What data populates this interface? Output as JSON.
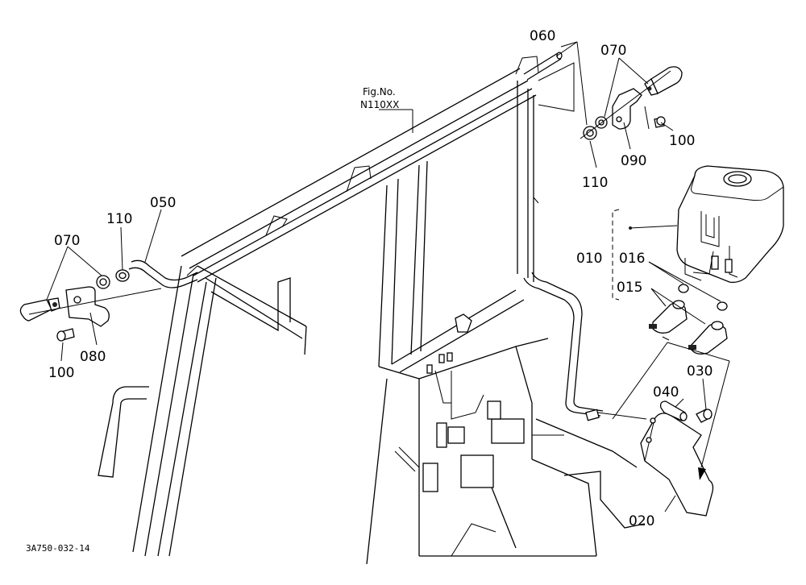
{
  "diagram": {
    "figure_ref": {
      "line1": "Fig.No.",
      "line2": "N110XX"
    },
    "drawing_code": "3A750-032-14",
    "callouts": {
      "p010": "010",
      "p015": "015",
      "p016": "016",
      "p020": "020",
      "p030": "030",
      "p040": "040",
      "p050": "050",
      "p060": "060",
      "p070_left": "070",
      "p070_right": "070",
      "p080": "080",
      "p090": "090",
      "p100_left": "100",
      "p100_right": "100",
      "p110_left": "110",
      "p110_right": "110"
    }
  }
}
